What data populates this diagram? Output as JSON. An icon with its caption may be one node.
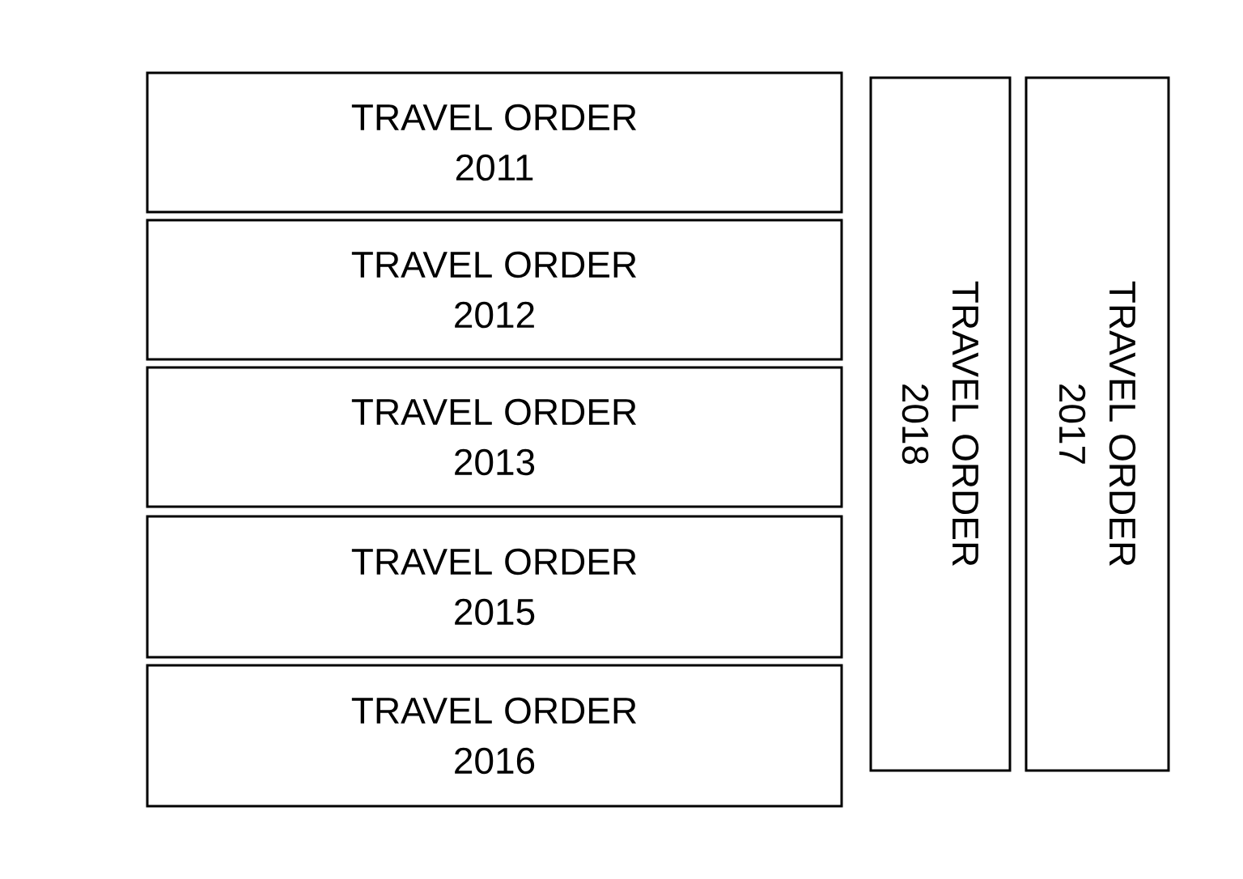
{
  "diagram": {
    "nodes": [
      {
        "text": [
          "TRAVEL ORDER",
          "2011"
        ]
      },
      {
        "text": [
          "TRAVEL ORDER",
          "2012"
        ]
      },
      {
        "text": [
          "TRAVEL ORDER",
          "2013"
        ]
      },
      {
        "text": [
          "TRAVEL ORDER",
          "2015"
        ]
      },
      {
        "text": [
          "TRAVEL ORDER",
          "2016"
        ]
      },
      {
        "text": [
          "TRAVEL ORDER",
          "2018"
        ]
      },
      {
        "text": [
          "TRAVEL ORDER",
          "2017"
        ]
      }
    ]
  }
}
